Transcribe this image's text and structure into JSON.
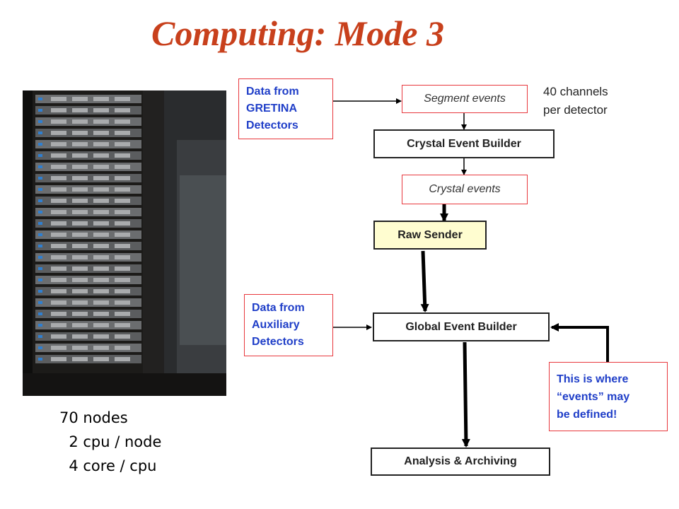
{
  "title": "Computing: Mode 3",
  "specs": {
    "line1": "70 nodes",
    "line2": "  2 cpu / node",
    "line3": "  4 core / cpu"
  },
  "diagram": {
    "gretina_source": [
      "Data from",
      "GRETINA",
      "Detectors"
    ],
    "segment_events": "Segment events",
    "channels_note": [
      "40 channels",
      "per detector"
    ],
    "crystal_event_builder": "Crystal Event Builder",
    "crystal_events": "Crystal events",
    "raw_sender": "Raw Sender",
    "auxiliary_source": [
      "Data from",
      "Auxiliary",
      "Detectors"
    ],
    "global_event_builder": "Global Event Builder",
    "events_note": [
      "This is where",
      "“events” may",
      "be defined!"
    ],
    "analysis_archiving": "Analysis & Archiving"
  },
  "colors": {
    "title": "#c8401c",
    "source_text": "#1f3ec8",
    "box_border_red": "#e8383d",
    "raw_sender_fill": "#fffdd0"
  }
}
